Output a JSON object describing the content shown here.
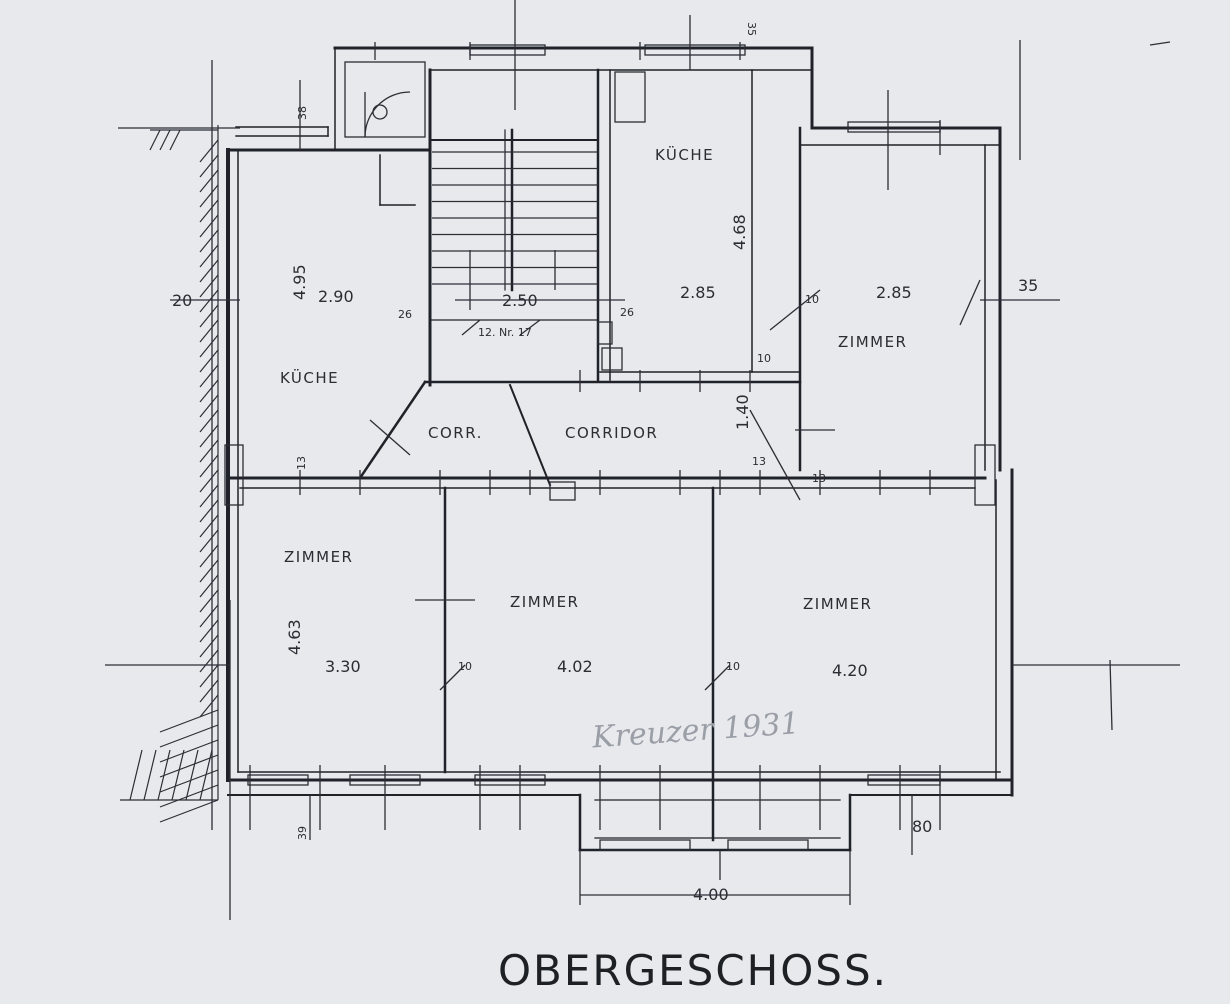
{
  "title": "OBERGESCHOSS.",
  "signature": "Kreuzer 1931",
  "rooms": {
    "kueche_left": "KÜCHE",
    "kueche_top": "KÜCHE",
    "zimmer_right_top": "ZIMMER",
    "corr": "CORR.",
    "corridor": "CORRIDOR",
    "zimmer_bottom_left": "ZIMMER",
    "zimmer_bottom_mid": "ZIMMER",
    "zimmer_bottom_right": "ZIMMER"
  },
  "dimensions": {
    "d_290": "2.90",
    "d_250": "2.50",
    "d_285_a": "2.85",
    "d_285_b": "2.85",
    "d_495": "4.95",
    "d_468": "4.68",
    "d_463": "4.63",
    "d_330": "3.30",
    "d_402": "4.02",
    "d_420": "4.20",
    "d_400": "4.00",
    "d_140": "1.40",
    "d_20": "20",
    "d_35_right": "35",
    "d_35_top": "35",
    "d_38": "38",
    "d_39": "39",
    "d_80": "80",
    "d_26_left": "26",
    "d_26_right": "26",
    "d_10_a": "10",
    "d_10_b": "10",
    "d_10_c": "10",
    "d_10_d": "10",
    "d_13_a": "13",
    "d_13_b": "13",
    "d_13_c": "13",
    "stair_note": "12. Nr. 17"
  }
}
